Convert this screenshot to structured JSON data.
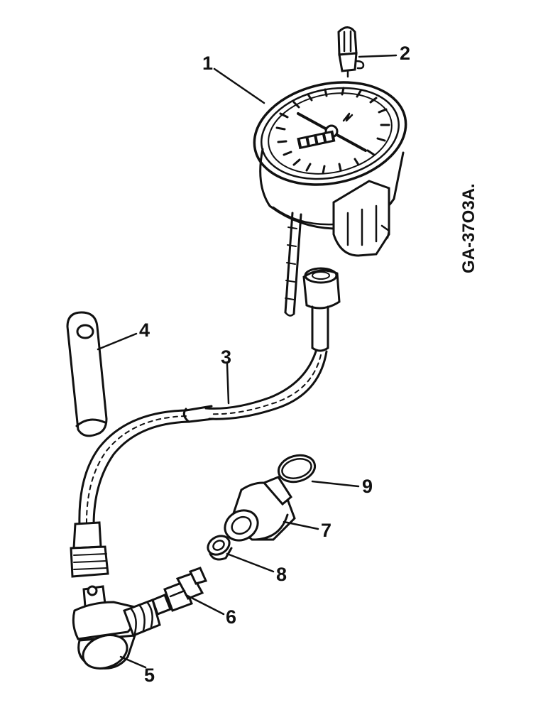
{
  "diagram": {
    "drawing_code": "GA-37O3A.",
    "callouts": [
      {
        "id": "1",
        "label": "1"
      },
      {
        "id": "2",
        "label": "2"
      },
      {
        "id": "3",
        "label": "3"
      },
      {
        "id": "4",
        "label": "4"
      },
      {
        "id": "5",
        "label": "5"
      },
      {
        "id": "6",
        "label": "6"
      },
      {
        "id": "7",
        "label": "7"
      },
      {
        "id": "8",
        "label": "8"
      },
      {
        "id": "9",
        "label": "9"
      }
    ]
  }
}
